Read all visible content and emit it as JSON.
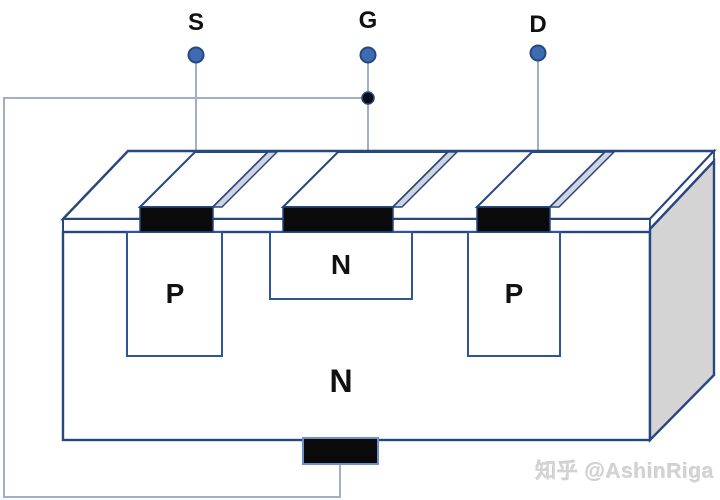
{
  "diagram": {
    "type": "semiconductor-device-cross-section",
    "terminals": [
      {
        "id": "source",
        "label": "S"
      },
      {
        "id": "gate",
        "label": "G"
      },
      {
        "id": "drain",
        "label": "D"
      }
    ],
    "regions": {
      "p_well_left": "P",
      "n_well_center": "N",
      "p_well_right": "P",
      "n_substrate": "N"
    },
    "watermark": "知乎 @AshinRiga",
    "colors": {
      "outline_blue": "#27477f",
      "well_outline": "#2f549a",
      "wire_light_blue": "#9fafca",
      "terminal_fill": "#3e6bb3",
      "terminal_border": "#27477f",
      "side_face_gray": "#d4d4d4",
      "pad_side_gray": "#cfd4de",
      "electrode_black": "#0a0a0a",
      "bottom_contact_border": "#6e8fc9",
      "junction_dot": "#0c0c14",
      "watermark_gray": "#d3d3d3"
    }
  }
}
